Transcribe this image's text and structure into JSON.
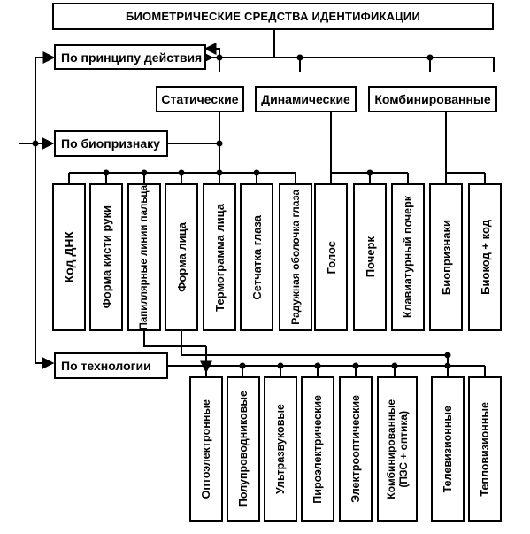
{
  "title": "БИОМЕТРИЧЕСКИЕ СРЕДСТВА ИДЕНТИФИКАЦИИ",
  "classifiers": {
    "principle": "По принципу действия",
    "biofeature": "По биопризнаку",
    "technology": "По технологии"
  },
  "categories": {
    "static": "Статические",
    "dynamic": "Динамические",
    "combined": "Комбинированные"
  },
  "biofeatures": {
    "dna": "Код ДНК",
    "hand_shape": "Форма кисти руки",
    "fingerprint": "Папиллярные линии пальца",
    "face_shape": "Форма лица",
    "face_thermogram": "Термограмма лица",
    "retina": "Сетчатка глаза",
    "iris": "Радужная оболочка глаза",
    "voice": "Голос",
    "handwriting": "Почерк",
    "keystroke": "Клавиатурный почерк",
    "biofeatures_combo": "Биопризнаки",
    "biocode": "Биокод + код"
  },
  "technologies": {
    "optoelectronic": "Оптоэлектронные",
    "semiconductor": "Полупроводниковые",
    "ultrasonic": "Ультразвуковые",
    "pyroelectric": "Пироэлектрические",
    "electrooptic": "Электрооптические",
    "combined_ccd_optics": "Комбинированные\n(ПЗС + оптика)",
    "television": "Телевизионные",
    "thermovision": "Тепловизионные"
  }
}
